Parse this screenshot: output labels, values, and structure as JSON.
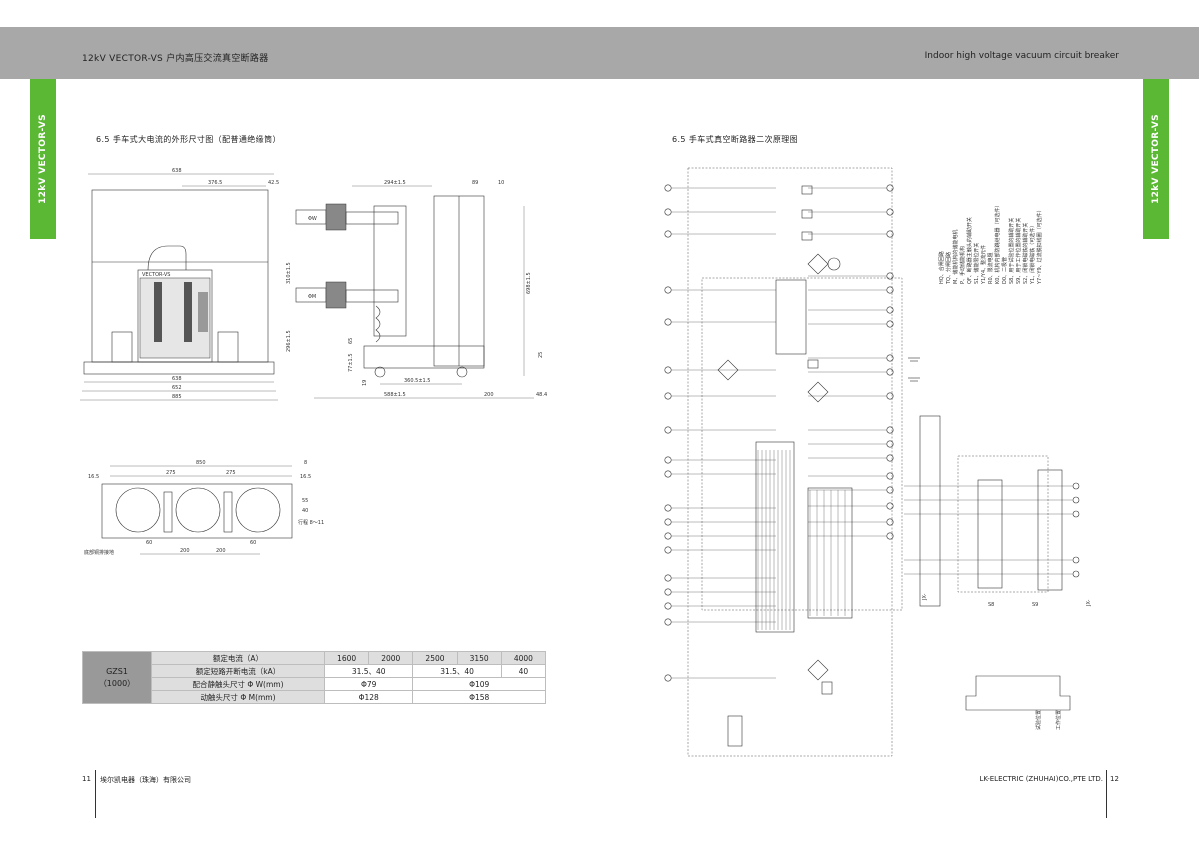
{
  "header": {
    "left_title": "12kV VECTOR-VS 户内高压交流真空断路器",
    "right_title": "Indoor high voltage vacuum circuit breaker"
  },
  "side_tab": {
    "label": "12kV VECTOR-VS"
  },
  "left": {
    "section_title": "6.5 手车式大电流的外形尺寸图（配普通绝缘筒）",
    "front_view": {
      "device_label": "VECTOR-VS",
      "dims": {
        "d638_top": "638",
        "d376": "376.5",
        "d42": "42.5",
        "d638_b": "638",
        "d652": "652",
        "d885": "885"
      }
    },
    "side_view": {
      "dims": {
        "d294": "294±1.5",
        "d89": "89",
        "d10": "10",
        "d310": "310±1.5",
        "d296": "296±1.5",
        "d698": "698±1.5",
        "d77": "77±1.5",
        "d65": "65",
        "d19": "19",
        "d25": "25",
        "d360": "360.5±1.5",
        "d588": "588±1.5",
        "d200": "200",
        "d484": "48.4",
        "phiW": "ΦW",
        "phiM": "ΦM"
      }
    },
    "plan_view": {
      "dims": {
        "d850": "850",
        "d8": "8",
        "d16a": "16.5",
        "d16b": "16.5",
        "d275a": "275",
        "d275b": "275",
        "d55": "55",
        "d40": "40",
        "travel": "行程 8～11",
        "d60a": "60",
        "d60b": "60",
        "d200a": "200",
        "d200b": "200",
        "note": "底部铜排接地"
      }
    },
    "table": {
      "model": "GZS1",
      "model_sub": "（1000）",
      "rows": [
        {
          "label": "额定电流（A）",
          "cells": [
            "1600",
            "2000",
            "2500",
            "3150",
            "4000"
          ]
        },
        {
          "label": "额定短路开断电流（kA）",
          "cells": [
            "31.5、40",
            "31.5、40",
            "40"
          ]
        },
        {
          "label": "配合静触头尺寸 Φ W(mm)",
          "cells": [
            "Φ79",
            "Φ109"
          ]
        },
        {
          "label": "动触头尺寸 Φ M(mm)",
          "cells": [
            "Φ128",
            "Φ158"
          ]
        }
      ]
    }
  },
  "right": {
    "section_title": "6.5 手车式真空断路器二次原理图",
    "legend": [
      "HQ、合闸回路",
      "TQ、分闸回路",
      "M、储能机构的储能电机",
      "P、手动储能机构",
      "QF、断路器主触头的辅助开关",
      "S1、储能限位开关",
      "Y1/Y4、整流元件",
      "R0、限流电阻",
      "K0、机构内部防跳继电器（可选件）",
      "D0、二极管",
      "S8、用于试验位置的辅助开关",
      "S9、用于工作位置的辅助开关",
      "S2、闭锁电磁铁的辅助开关",
      "Y1、闭锁电磁铁（可选件）",
      "Y7~Y9、过流脱扣线圈（可选件）"
    ],
    "labels": {
      "jx": "JX-",
      "s8": "S8",
      "s9": "S9",
      "test_pos": "试验位置",
      "work_pos": "工作位置"
    }
  },
  "footer": {
    "left_page": "11",
    "left_company": "埃尔凯电器（珠海）有限公司",
    "right_company": "LK-ELECTRIC (ZHUHAI)CO.,PTE LTD.",
    "right_page": "12"
  }
}
